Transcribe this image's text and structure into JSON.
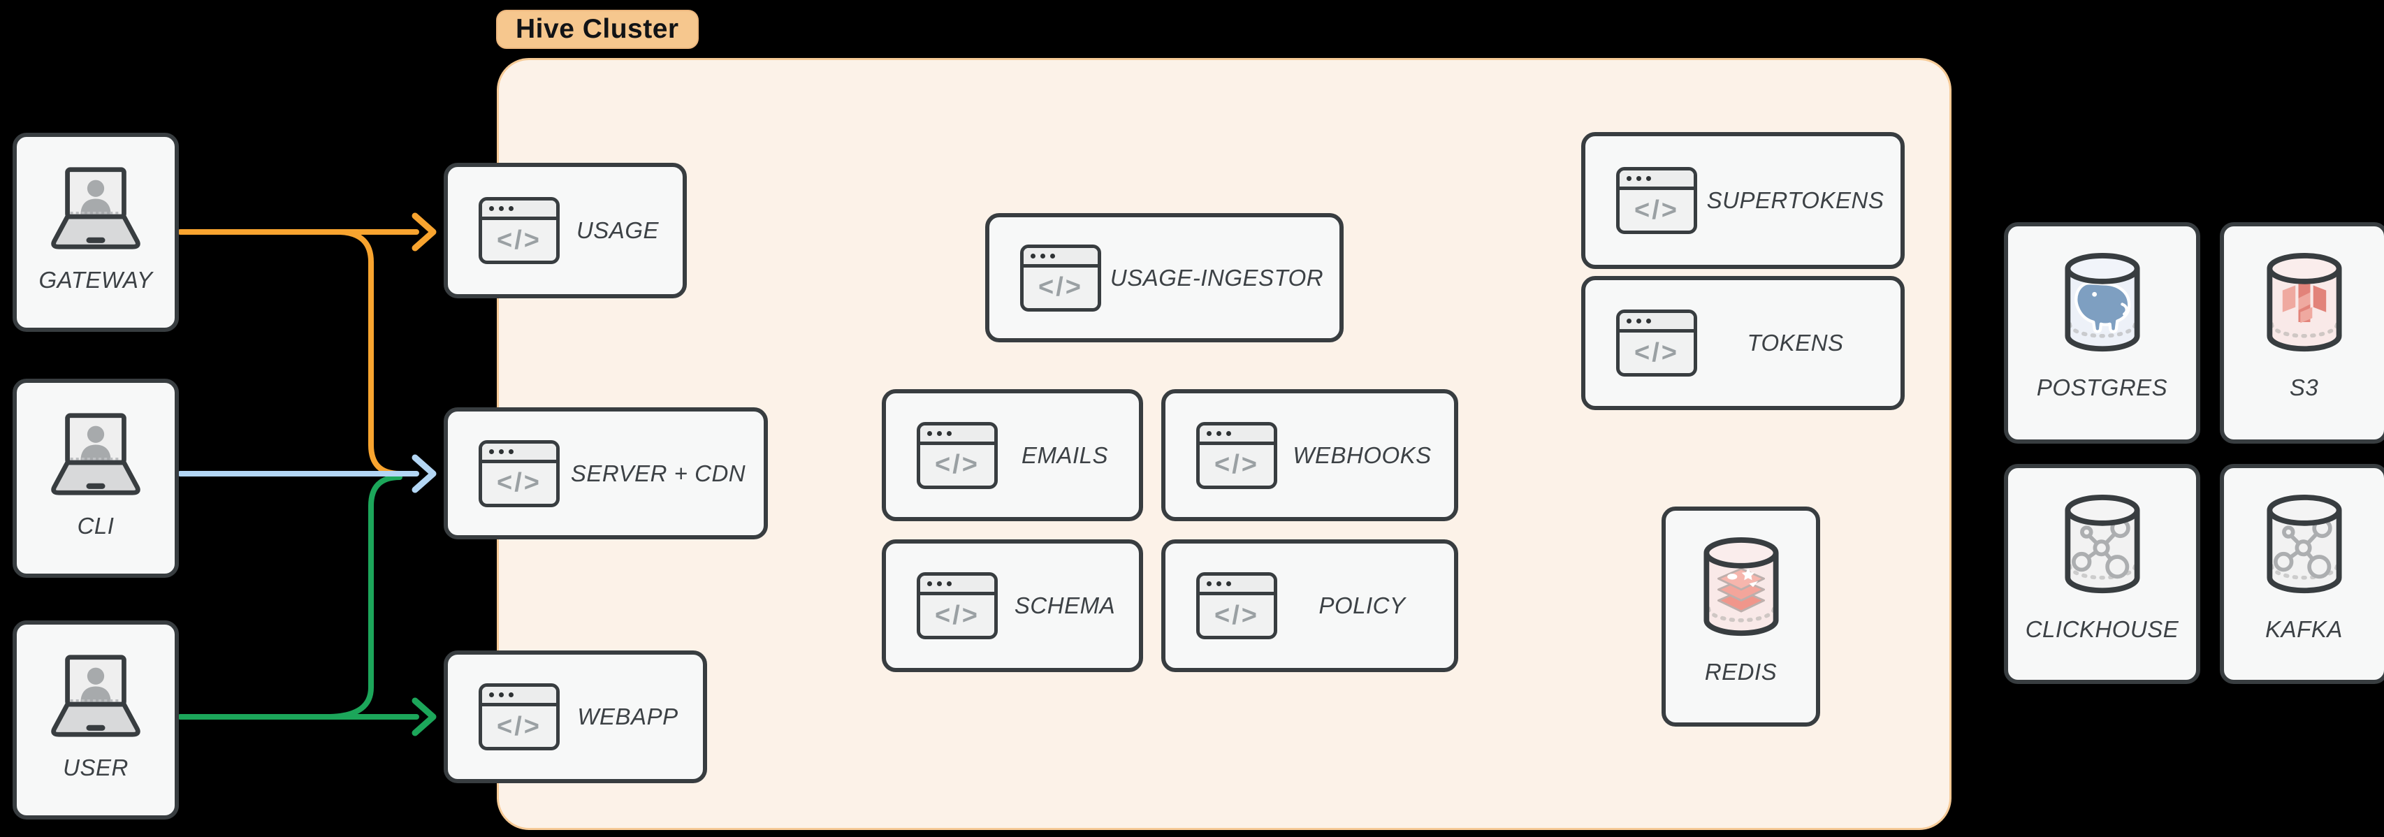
{
  "badge": {
    "label": "Hive Cluster"
  },
  "actors": [
    {
      "label": "GATEWAY"
    },
    {
      "label": "CLI"
    },
    {
      "label": "USER"
    }
  ],
  "services": [
    {
      "label": "USAGE"
    },
    {
      "label": "SERVER + CDN"
    },
    {
      "label": "WEBAPP"
    },
    {
      "label": "USAGE-INGESTOR"
    },
    {
      "label": "EMAILS"
    },
    {
      "label": "WEBHOOKS"
    },
    {
      "label": "SCHEMA"
    },
    {
      "label": "POLICY"
    },
    {
      "label": "SUPERTOKENS"
    },
    {
      "label": "TOKENS"
    }
  ],
  "datastores": [
    {
      "label": "REDIS"
    },
    {
      "label": "POSTGRES"
    },
    {
      "label": "S3"
    },
    {
      "label": "CLICKHOUSE"
    },
    {
      "label": "KAFKA"
    }
  ],
  "icons": {
    "code_glyph": "</>"
  },
  "colors": {
    "background": "#000000",
    "cluster_fill": "#FCF2E8",
    "cluster_border": "#F6CA96",
    "badge_fill": "#F6C78E",
    "node_fill": "#F7F8F8",
    "node_border": "#383D40",
    "label_text": "#3C4145",
    "arrow_orange": "#F8A42F",
    "arrow_blue": "#B3D6F4",
    "arrow_green": "#1CA65A"
  }
}
